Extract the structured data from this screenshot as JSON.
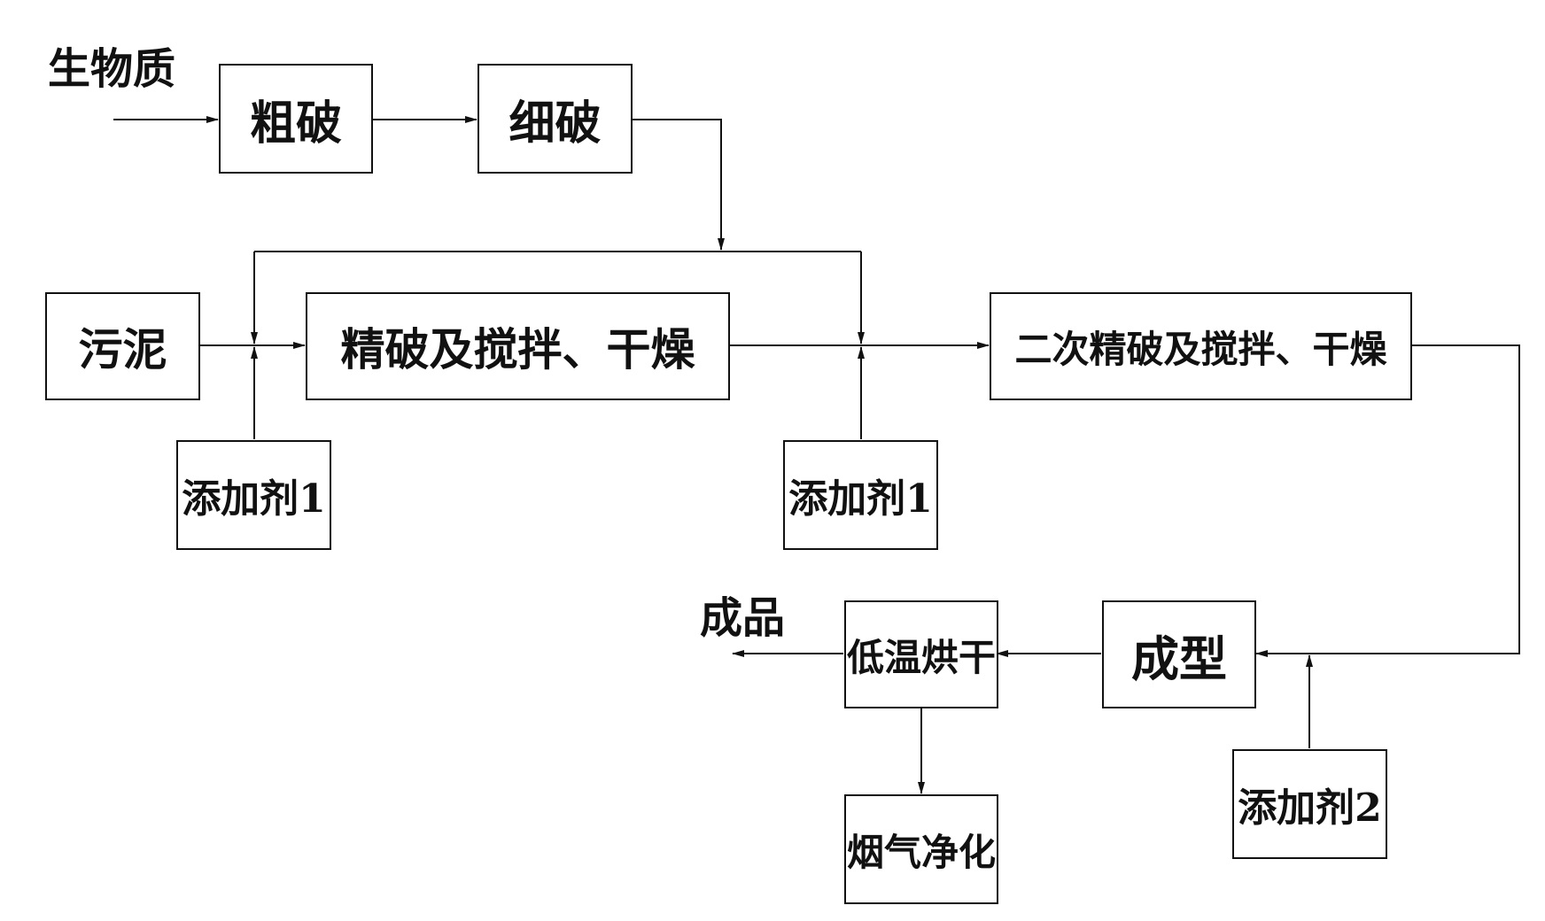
{
  "diagram": {
    "input_label": "生物质",
    "output_label": "成品",
    "nodes": {
      "coarse_crush": "粗破",
      "fine_crush": "细破",
      "sludge": "污泥",
      "refine_mix_dry": "精破及搅拌、干燥",
      "secondary_refine_mix_dry": "二次精破及搅拌、干燥",
      "additive_1a": "添加剂1",
      "additive_1b": "添加剂1",
      "forming": "成型",
      "additive_2": "添加剂2",
      "low_temp_drying": "低温烘干",
      "flue_gas_purification": "烟气净化"
    },
    "line_color": "#111111"
  }
}
